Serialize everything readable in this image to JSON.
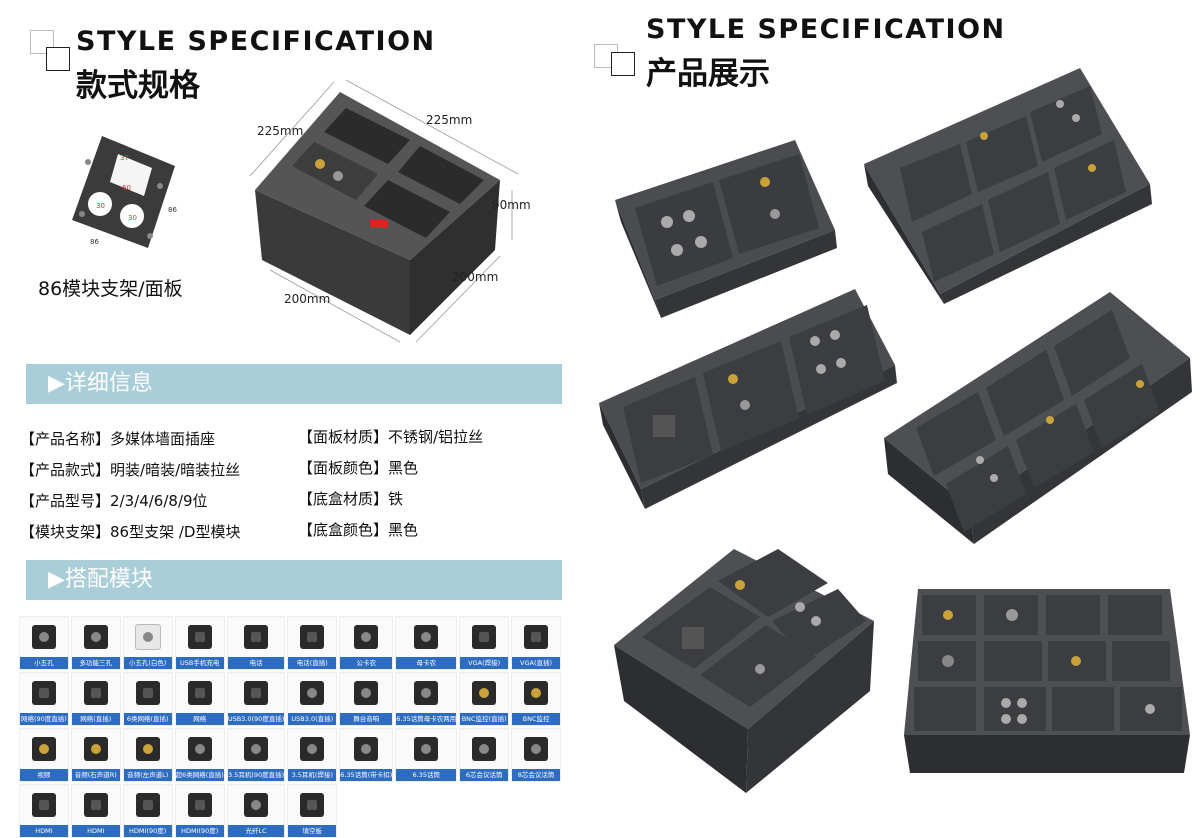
{
  "left_header": {
    "en": "STYLE SPECIFICATION",
    "cn": "款式规格"
  },
  "right_header": {
    "en": "STYLE SPECIFICATION",
    "cn": "产品展示"
  },
  "bracket_caption": "86模块支架/面板",
  "plate_dims": {
    "w": "86",
    "h": "86",
    "d1": "37",
    "d2": "60",
    "d3": "30",
    "d4": "30"
  },
  "box_dims": {
    "top_left": "225mm",
    "top_right": "225mm",
    "height": "90mm",
    "bottom_right": "200mm",
    "bottom_left": "200mm"
  },
  "details_band": "▶详细信息",
  "specs_left": [
    {
      "k": "【产品名称】",
      "v": "多媒体墙面插座"
    },
    {
      "k": "【产品款式】",
      "v": "明装/暗装/暗装拉丝"
    },
    {
      "k": "【产品型号】",
      "v": "2/3/4/6/8/9位"
    },
    {
      "k": "【模块支架】",
      "v": "86型支架 /D型模块"
    }
  ],
  "specs_right": [
    {
      "k": "【面板材质】",
      "v": "不锈钢/铝拉丝"
    },
    {
      "k": "【面板颜色】",
      "v": "黑色"
    },
    {
      "k": "【底盒材质】",
      "v": "铁"
    },
    {
      "k": "【底盒颜色】",
      "v": "黑色"
    }
  ],
  "modules_band": "▶搭配模块",
  "modules": [
    "小五孔",
    "多功能三孔",
    "小五孔(白色)",
    "USB手机充电",
    "电话",
    "电话(直插)",
    "公卡农",
    "母卡农",
    "VGA(焊接)",
    "VGA(直插)",
    "网络(90度直插)",
    "网络(直插)",
    "6类网络(直插)",
    "网络",
    "USB3.0(90度直插)",
    "USB3.0(直插)",
    "舞台音响",
    "6.35话筒母卡农两用",
    "BNC监控(直插)",
    "BNC监控",
    "视频",
    "音频(石声道R)",
    "音频(左声道L)",
    "超6类网络(直插)",
    "3.5耳机(90度直插)",
    "3.5耳机(焊接)",
    "6.35话筒(带卡扣)",
    "6.35话筒",
    "6芯会议话筒",
    "8芯会议话筒",
    "HDMI",
    "HDMI",
    "HDMI(90度)",
    "HDMI(90度)",
    "光纤LC",
    "填空板"
  ],
  "colors": {
    "band": "#a9cdd9",
    "label": "#2d6dbf",
    "panel": "#3a3d42"
  }
}
